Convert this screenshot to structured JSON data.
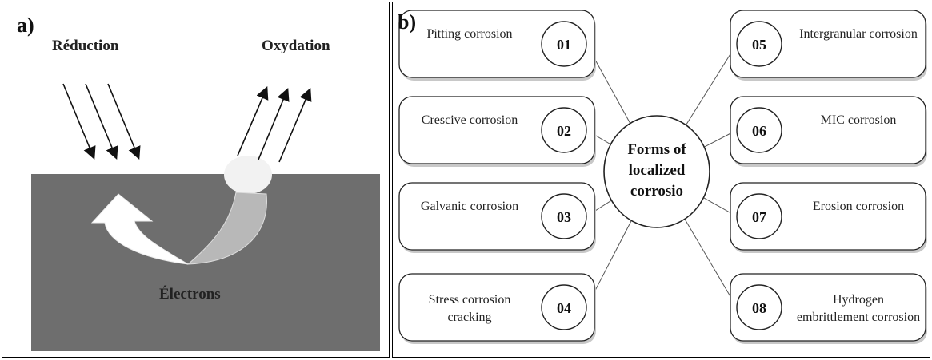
{
  "panel_a": {
    "label": "a)",
    "reduction": "Réduction",
    "oxidation": "Oxydation",
    "electrons": "Électrons"
  },
  "panel_b": {
    "label": "b)",
    "center": [
      "Forms of",
      "localized",
      "corrosio"
    ],
    "left_items": [
      {
        "num": "01",
        "text": [
          "Pitting corrosion"
        ]
      },
      {
        "num": "02",
        "text": [
          "Crescive corrosion"
        ]
      },
      {
        "num": "03",
        "text": [
          "Galvanic corrosion"
        ]
      },
      {
        "num": "04",
        "text": [
          "Stress corrosion",
          "cracking"
        ]
      }
    ],
    "right_items": [
      {
        "num": "05",
        "text": [
          "Intergranular corrosion"
        ]
      },
      {
        "num": "06",
        "text": [
          "MIC corrosion"
        ]
      },
      {
        "num": "07",
        "text": [
          "Erosion corrosion"
        ]
      },
      {
        "num": "08",
        "text": [
          "Hydrogen",
          "embrittlement corrosion"
        ]
      }
    ]
  }
}
